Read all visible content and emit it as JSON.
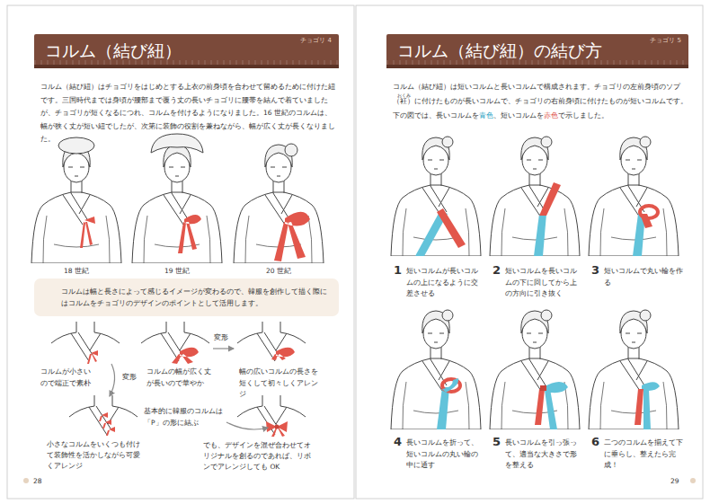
{
  "diagram": {
    "nodes": [
      {
        "text": [
          "コルム（結び紐）",
          "チョゴリ 4"
        ]
      },
      {
        "text": [
          "コルムは幅と長さによって感じるイメージが変わるので、韓服を創作して描く際にはコルムをチョゴリのデザインのポイントとして活用します。"
        ]
      },
      {
        "text": [
          "コルム（結び紐）の結び方",
          "チョゴリ 5"
        ]
      }
    ],
    "labels": [
      "コルム（結び紐）はチョゴリをはじめとする上衣の前身頃を合わせて留めるために付けた紐です。三国時代までは身頃が腰部まで覆う丈の長いチョゴリに腰帯を結んで着ていましたが、チョゴリが短くなるにつれ、コルムを付けるようになりました。16 世紀のコルムは、幅が狭く丈が短い紐でしたが、次第に装飾の役割を兼ねながら、幅が広く丈が長くなりました。",
      "18 世紀",
      "19 世紀",
      "20 世紀",
      "コルムが小さいので端正で素朴",
      "変形",
      "コルムの幅が広く丈が長いので華やか",
      "変形",
      "幅の広いコルムの長さを短くして初々しくアレンジ",
      "小さなコルムをいくつも付けて装飾性を活かしながら可愛くアレンジ",
      "基本的に韓服のコルムは「P」の形に結ぶ",
      "でも、デザインを混ぜ合わせてオリジナルを創るのであれば、リボンでアレンジしても OK",
      "28",
      "コルム（結び紐）は短いコルムと長いコルムで構成されます。チョゴリの左前身頃のソプ（",
      "衽",
      "おくみ",
      "）に付けたものが長いコルムで、チョゴリの右前身頃に付けたものが短いコルムです。下の図では、長いコルムを",
      "青色",
      "、短いコルムを",
      "赤色",
      "で示しました。",
      "1",
      "短いコルムが長いコルムの上になるように交差させる",
      "2",
      "短いコルムを長いコルムの下に回してから上の方向に引き抜く",
      "3",
      "短いコルムで丸い輪を作る",
      "4",
      "長いコルムを折って、短いコルムの丸い輪の中に通す",
      "5",
      "長いコルムを引っ張って、適当な大きさで形を整える",
      "6",
      "二つのコルムを揃えて下に垂らし、整えたら完成！",
      "29"
    ]
  }
}
